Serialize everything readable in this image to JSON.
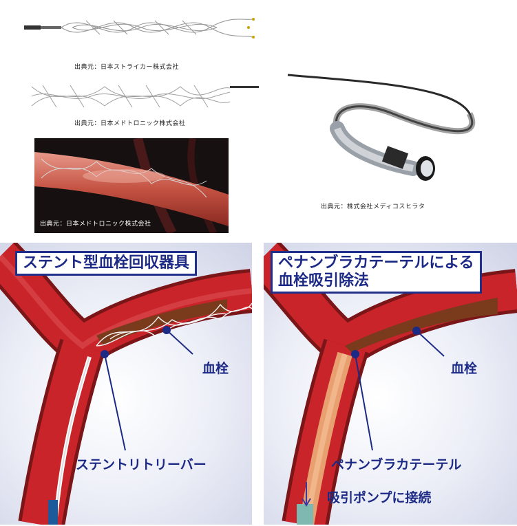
{
  "credits": {
    "stryker": "出典元：日本ストライカー株式会社",
    "medtronic1": "出典元：日本メドトロニック株式会社",
    "medtronic2": "出典元：日本メドトロニック株式会社",
    "medicos": "出典元：株式会社メディコスヒラタ"
  },
  "left_panel": {
    "title": "ステント型血栓回収器具",
    "label_clot": "血栓",
    "label_device": "ステントリトリーバー"
  },
  "right_panel": {
    "title_line1": "ペナンブラカテーテルによる",
    "title_line2": "血栓吸引除法",
    "label_clot": "血栓",
    "label_device": "ペナンブラカテーテル",
    "label_pump": "吸引ポンプに接続"
  },
  "colors": {
    "title_blue": "#1c2a86",
    "vessel_red": "#c8242a",
    "clot_brown": "#7a3a1c"
  }
}
